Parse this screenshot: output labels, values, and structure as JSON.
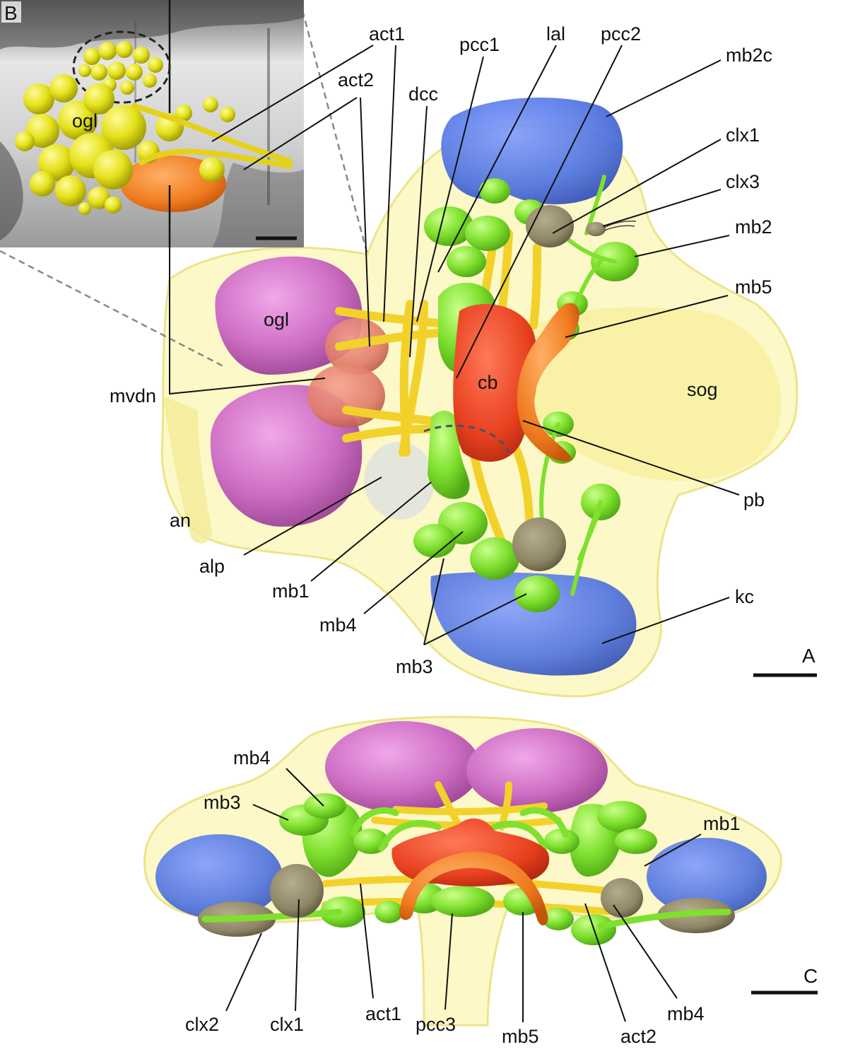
{
  "panels": {
    "a": {
      "letter": "A"
    },
    "b": {
      "letter": "B"
    },
    "c": {
      "letter": "C"
    }
  },
  "labels_a": {
    "act1": "act1",
    "act2": "act2",
    "dcc": "dcc",
    "pcc1": "pcc1",
    "lal": "lal",
    "pcc2": "pcc2",
    "mb2c": "mb2c",
    "clx1": "clx1",
    "clx3": "clx3",
    "mb2": "mb2",
    "mb5": "mb5",
    "ogl": "ogl",
    "cb": "cb",
    "sog": "sog",
    "mvdn": "mvdn",
    "pb": "pb",
    "an": "an",
    "alp": "alp",
    "mb1": "mb1",
    "mb4": "mb4",
    "mb3": "mb3",
    "kc": "kc"
  },
  "labels_b": {
    "ogl": "ogl"
  },
  "labels_c": {
    "mb4_top": "mb4",
    "mb3": "mb3",
    "mb1": "mb1",
    "clx2": "clx2",
    "clx1": "clx1",
    "act1": "act1",
    "pcc3": "pcc3",
    "mb5": "mb5",
    "act2": "act2",
    "mb4_right": "mb4"
  },
  "colors": {
    "neuropil_yellow": "#f7f1a8",
    "tract_yellow": "#f2d22a",
    "optic_glomerulus": "#cf6fc4",
    "central_body": "#e8401f",
    "protocerebral_bridge": "#ef7a1e",
    "mushroom_body": "#7fe02e",
    "kenyon_cells": "#4a6fe0",
    "calyx": "#8e8566",
    "mvdn": "#e07a66",
    "inset_cells": "#e4e11a",
    "inset_mvdn": "#e8641a"
  }
}
